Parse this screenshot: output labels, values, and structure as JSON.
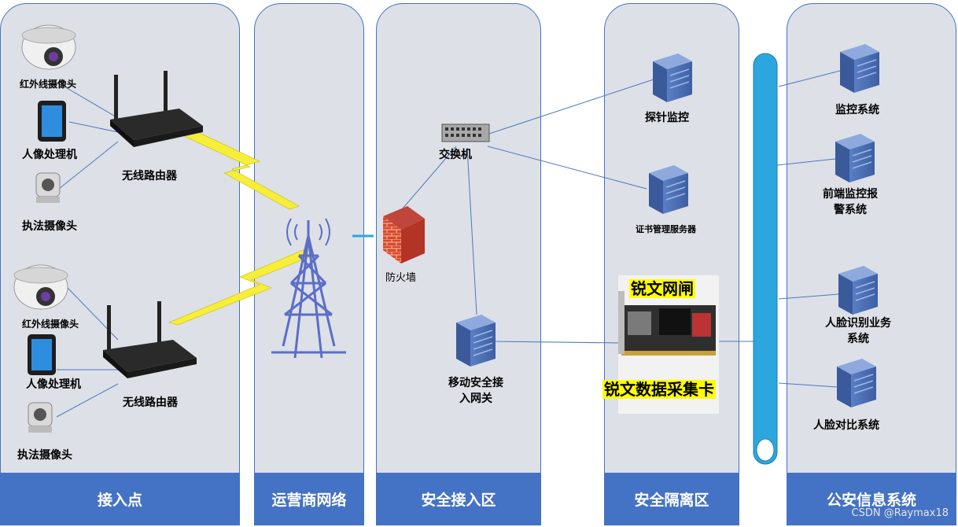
{
  "panels": [
    {
      "label": "接入点"
    },
    {
      "label": "运营商网络"
    },
    {
      "label": "安全接入区"
    },
    {
      "label": "安全隔离区"
    },
    {
      "label": "公安信息系统"
    }
  ],
  "access": {
    "ir_camera_1": "红外线摄像头",
    "face_proc_1": "人像处理机",
    "law_cam_1": "执法摄像头",
    "router_1": "无线路由器",
    "ir_camera_2": "红外线摄像头",
    "face_proc_2": "人像处理机",
    "law_cam_2": "执法摄像头",
    "router_2": "无线路由器"
  },
  "secure_access": {
    "switch": "交换机",
    "firewall": "防火墙",
    "gateway": "移动安全接\n入网关"
  },
  "isolation": {
    "probe": "探针监控",
    "cert_server": "证书管理服务器",
    "gatekeeper": "锐文网闸",
    "capture_card": "锐文数据采集卡"
  },
  "police": {
    "monitor": "监控系统",
    "frontend_alarm": "前端监控报\n警系统",
    "face_recognition": "人脸识别业务\n系统",
    "face_compare": "人脸对比系统"
  },
  "watermark": "CSDN @Raymax18"
}
